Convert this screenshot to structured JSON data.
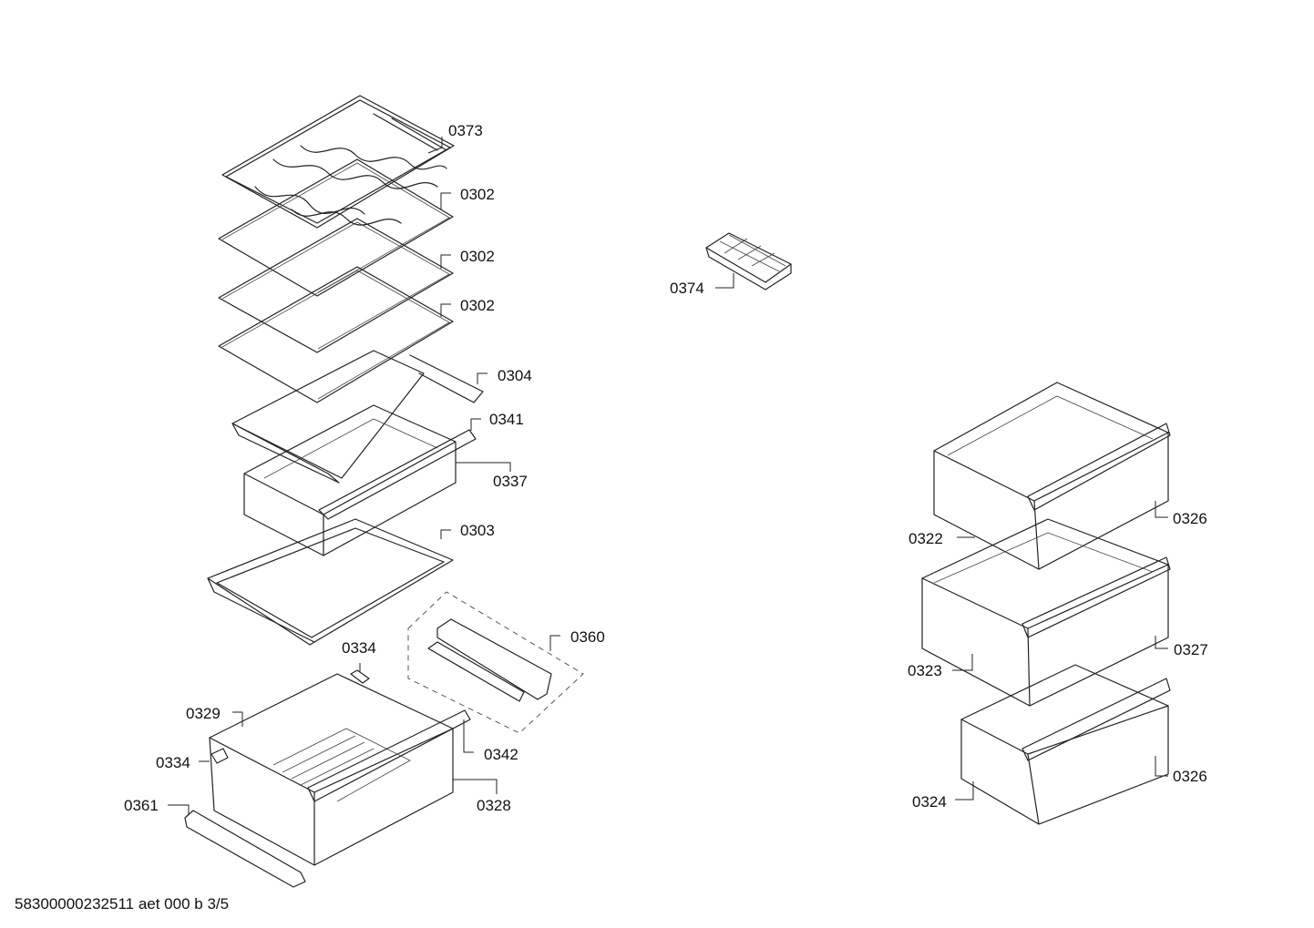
{
  "footer": {
    "text": "58300000232511 aet 000 b 3/5"
  },
  "callouts": {
    "c0373": "0373",
    "c0302a": "0302",
    "c0302b": "0302",
    "c0302c": "0302",
    "c0374": "0374",
    "c0304": "0304",
    "c0341": "0341",
    "c0337": "0337",
    "c0303": "0303",
    "c0360": "0360",
    "c0334a": "0334",
    "c0329": "0329",
    "c0334b": "0334",
    "c0342": "0342",
    "c0361": "0361",
    "c0328": "0328",
    "c0326a": "0326",
    "c0322": "0322",
    "c0327": "0327",
    "c0323": "0323",
    "c0326b": "0326",
    "c0324": "0324"
  }
}
